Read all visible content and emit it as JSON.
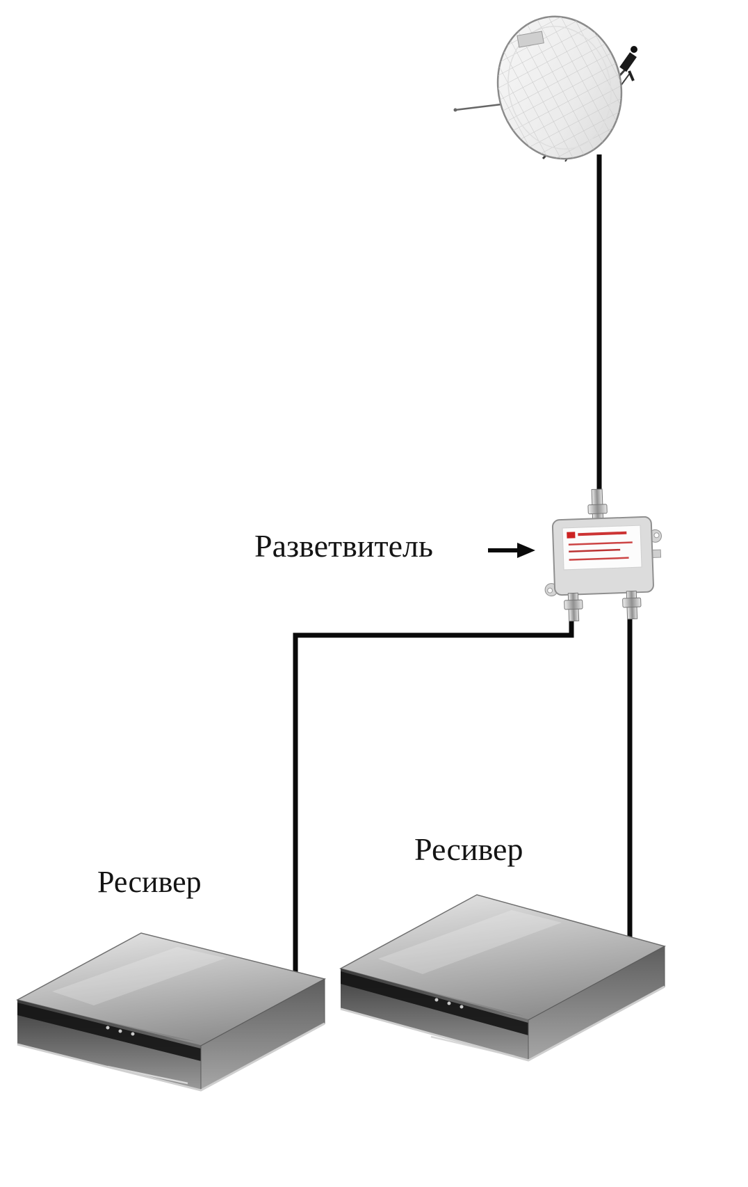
{
  "page": {
    "background": "#ffffff",
    "description_domain": "diagram"
  },
  "labels": {
    "splitter": "Разветвитель",
    "receiver_left": "Ресивер",
    "receiver_right": "Ресивер"
  },
  "colors": {
    "cable": "#0a0a0a",
    "text": "#141414",
    "dish_face": "#ededed",
    "splitter_body": "#dcdcdc",
    "splitter_print_accent": "#cc2222",
    "receiver_top": "#b9b9b9",
    "receiver_front_dark": "#3a3a3a",
    "metal_connector": "#b0b0b0"
  },
  "diagram": {
    "type": "connection-diagram",
    "nodes": [
      "satellite-dish",
      "splitter",
      "receiver-left",
      "receiver-right"
    ],
    "connections": [
      {
        "from": "satellite-dish",
        "to": "splitter"
      },
      {
        "from": "splitter",
        "to": "receiver-left"
      },
      {
        "from": "splitter",
        "to": "receiver-right"
      }
    ]
  }
}
